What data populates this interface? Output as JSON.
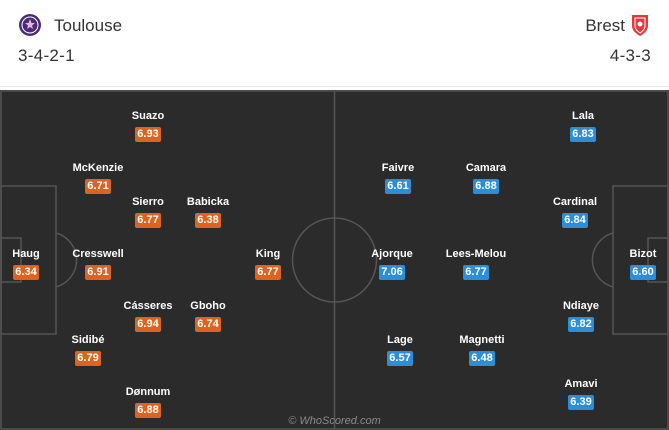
{
  "home": {
    "name": "Toulouse",
    "formation": "3-4-2-1",
    "crest_icon": "toulouse-crest-icon",
    "color": "#e0631d",
    "players": [
      {
        "name": "Haug",
        "rating": "6.34"
      },
      {
        "name": "McKenzie",
        "rating": "6.71"
      },
      {
        "name": "Cresswell",
        "rating": "6.91"
      },
      {
        "name": "Sidibé",
        "rating": "6.79"
      },
      {
        "name": "Suazo",
        "rating": "6.93"
      },
      {
        "name": "Sierro",
        "rating": "6.77"
      },
      {
        "name": "Cásseres",
        "rating": "6.94"
      },
      {
        "name": "Dønnum",
        "rating": "6.88"
      },
      {
        "name": "Babicka",
        "rating": "6.38"
      },
      {
        "name": "Gboho",
        "rating": "6.74"
      },
      {
        "name": "King",
        "rating": "6.77"
      }
    ]
  },
  "away": {
    "name": "Brest",
    "formation": "4-3-3",
    "crest_icon": "brest-crest-icon",
    "color": "#2a8fd8",
    "players": [
      {
        "name": "Bizot",
        "rating": "6.60"
      },
      {
        "name": "Lala",
        "rating": "6.83"
      },
      {
        "name": "Cardinal",
        "rating": "6.84"
      },
      {
        "name": "Ndiaye",
        "rating": "6.82"
      },
      {
        "name": "Amavi",
        "rating": "6.39"
      },
      {
        "name": "Camara",
        "rating": "6.88"
      },
      {
        "name": "Lees-Melou",
        "rating": "6.77"
      },
      {
        "name": "Magnetti",
        "rating": "6.48"
      },
      {
        "name": "Faivre",
        "rating": "6.61"
      },
      {
        "name": "Ajorque",
        "rating": "7.06"
      },
      {
        "name": "Lage",
        "rating": "6.57"
      }
    ]
  },
  "watermark": "© WhoScored.com"
}
